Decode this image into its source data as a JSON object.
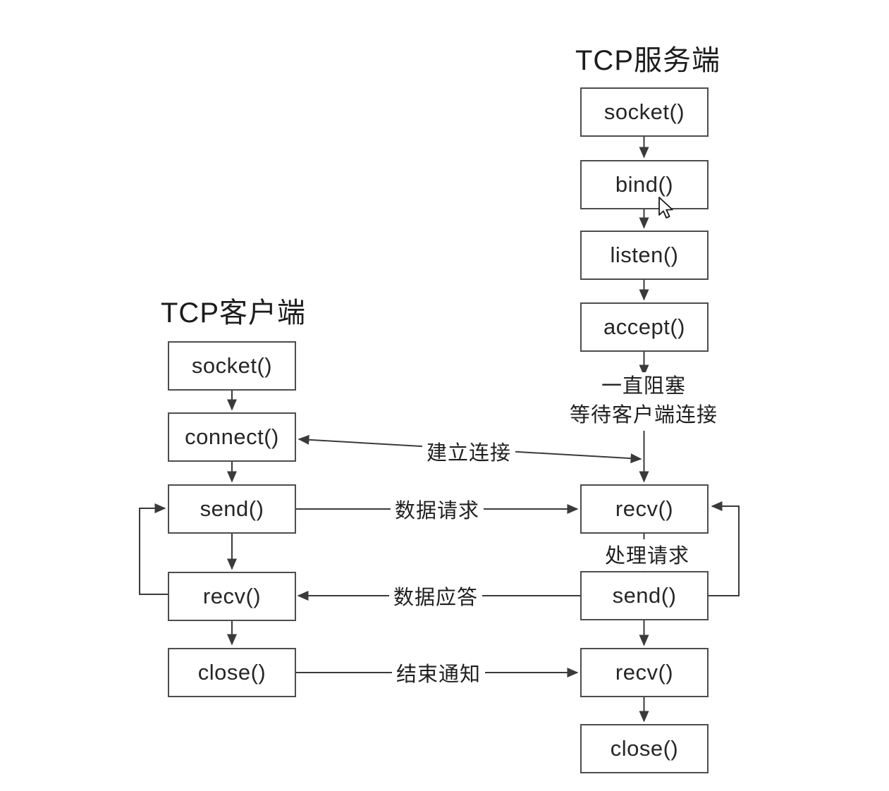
{
  "titles": {
    "server": "TCP服务端",
    "client": "TCP客户端"
  },
  "server": {
    "boxes": [
      "socket()",
      "bind()",
      "listen()",
      "accept()",
      "recv()",
      "send()",
      "recv()",
      "close()"
    ]
  },
  "client": {
    "boxes": [
      "socket()",
      "connect()",
      "send()",
      "recv()",
      "close()"
    ]
  },
  "notes": {
    "blocking_line1": "一直阻塞",
    "blocking_line2": "等待客户端连接",
    "process_request": "处理请求"
  },
  "edges": {
    "establish": "建立连接",
    "data_request": "数据请求",
    "data_reply": "数据应答",
    "end_notice": "结束通知"
  },
  "colors": {
    "background": "#ffffff",
    "line": "#3a3a3a",
    "box_border": "#4d4d4d",
    "text": "#1f1f1f"
  }
}
